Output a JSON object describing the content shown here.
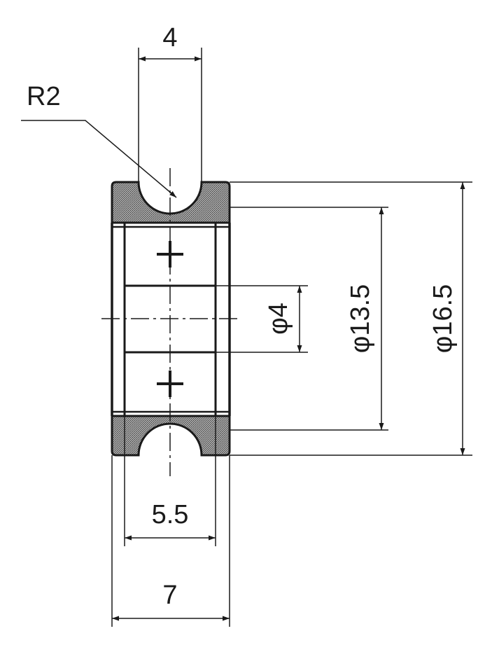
{
  "drawing": {
    "dimensions": {
      "groove_width": "4",
      "groove_radius": "R2",
      "bore_diameter": "φ4",
      "groove_bottom_diameter": "φ13.5",
      "outer_diameter": "φ16.5",
      "bearing_width": "5.5",
      "overall_width": "7"
    }
  },
  "colors": {
    "line": "#1a1a1a",
    "hatch": "#6e6e6e",
    "background": "#ffffff"
  }
}
